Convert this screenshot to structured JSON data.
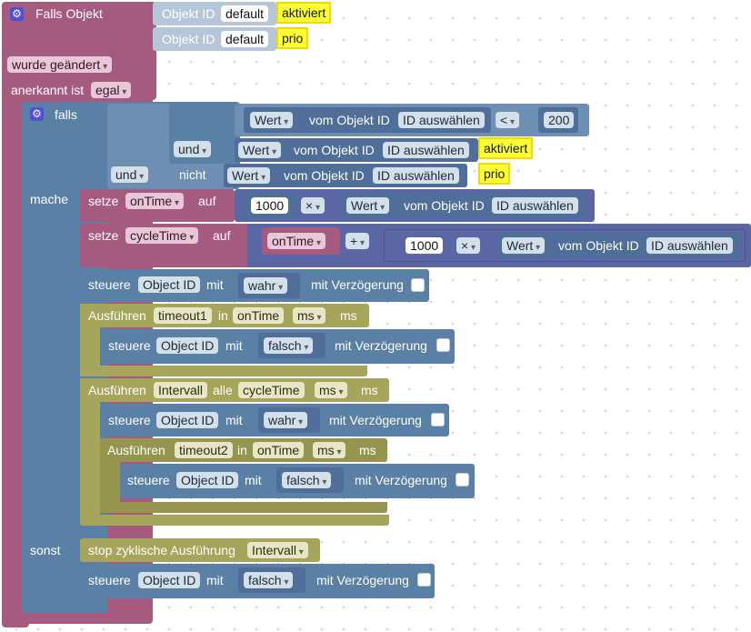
{
  "falls_objekt": {
    "title": "Falls Objekt",
    "obj_id_label": "Objekt ID",
    "default": "default",
    "vals": [
      "aktiviert",
      "prio"
    ],
    "wurde": "wurde geändert",
    "anerkannt": "anerkannt ist",
    "egal": "egal"
  },
  "falls": {
    "label": "falls",
    "mache": "mache",
    "sonst": "sonst",
    "und": "und",
    "nicht": "nicht",
    "wert": "Wert",
    "vom_obj": "vom Objekt ID",
    "id_waehlen": "ID auswählen",
    "lt": "<",
    "num200": "200",
    "aktiviert": "aktiviert",
    "prio": "prio"
  },
  "setze1": {
    "setze": "setze",
    "var": "onTime",
    "auf": "auf",
    "num": "1000",
    "op": "×"
  },
  "setze2": {
    "setze": "setze",
    "var": "cycleTime",
    "auf": "auf",
    "var2": "onTime",
    "plus": "+",
    "num": "1000",
    "op": "×"
  },
  "steuere": {
    "label": "steuere",
    "objid": "Object ID",
    "mit": "mit",
    "delay": "mit Verzögerung",
    "wahr": "wahr",
    "falsch": "falsch"
  },
  "ausf1": {
    "label": "Ausführen",
    "name": "timeout1",
    "in": "in",
    "time": "onTime",
    "unit": "ms",
    "unit2": "ms"
  },
  "ausf2": {
    "label": "Ausführen",
    "name": "Intervall",
    "alle": "alle",
    "time": "cycleTime",
    "unit": "ms",
    "unit2": "ms"
  },
  "ausf3": {
    "label": "Ausführen",
    "name": "timeout2",
    "in": "in",
    "time": "onTime",
    "unit": "ms",
    "unit2": "ms"
  },
  "stop": {
    "label": "stop zyklische Ausführung",
    "name": "Intervall"
  },
  "colors": {
    "event": "#a55b80",
    "logic": "#5b80a5",
    "timer": "#a5a55b",
    "var": "#a55b80"
  }
}
